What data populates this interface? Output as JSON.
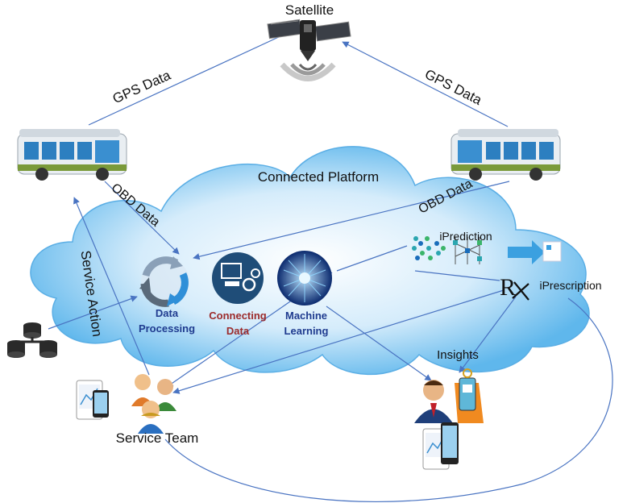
{
  "labels": {
    "satellite": "Satellite",
    "gps_left": "GPS Data",
    "gps_right": "GPS Data",
    "obd_left": "OBD Data",
    "obd_right": "OBD Data",
    "platform": "Connected Platform",
    "service_action": "Service Action",
    "data_processing": [
      "Data",
      "Processing"
    ],
    "connecting_data": [
      "Connecting",
      "Data"
    ],
    "machine_learning": [
      "Machine",
      "Learning"
    ],
    "iprediction": "iPrediction",
    "rx": "R",
    "iprescription": "iPrescription",
    "insights": "Insights",
    "service_team": "Service Team"
  },
  "colors": {
    "arrow": "#4a74c2",
    "cloud": "#7ec8f2",
    "label_blue": "#1f3b8f",
    "label_maroon": "#9c2b2b",
    "bus_body": "#e9eef2",
    "bus_window": "#2d7fc0"
  },
  "icons": [
    "satellite-icon",
    "bus-icon",
    "database-icon",
    "recycle-icon",
    "computer-gear-icon",
    "circuit-icon",
    "neural-network-icon",
    "service-team-icon",
    "insights-person-icon",
    "mobile-device-icon"
  ]
}
